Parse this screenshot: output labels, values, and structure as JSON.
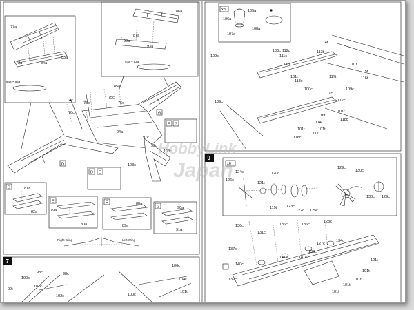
{
  "watermark": {
    "line1": "HobbyLink",
    "line2": "Japan"
  },
  "steps": {
    "s7": "7",
    "s9": "9"
  },
  "qty": {
    "x8": "x8",
    "x6": "x6"
  },
  "wing_labels": {
    "right": "Right Wing",
    "left": "Left Wing"
  },
  "sub_letters": {
    "D": "D",
    "E": "E",
    "F": "F",
    "G": "G"
  },
  "parts": {
    "p77a": "77a",
    "p78a": "78a",
    "p84a": "84a",
    "p83a": "83a",
    "p8483": "84a ~ 83a",
    "p86a": "86a",
    "p87a": "87a",
    "p92a": "92a",
    "p93a": "93a",
    "p9392": "93a ~ 92a",
    "p85a": "85a",
    "p74c": "74c",
    "p75c": "75c",
    "p76c": "76c",
    "p94a": "94a",
    "p97c": "97c",
    "p95c": "95c",
    "p103c": "103c",
    "p81a": "81a",
    "p82a": "82a",
    "p79a": "79a",
    "p80a": "80a",
    "p88a": "88a",
    "p89a": "89a",
    "p90a": "90a",
    "p91a": "91a",
    "p105a": "105a",
    "p106a": "106a",
    "p107a": "107a",
    "p108a": "108a",
    "p109c": "109c",
    "p100c": "100c",
    "p112c": "112c",
    "p111c": "111c",
    "p114t": "114t",
    "p113t": "113t",
    "p115t": "115t",
    "p116t": "116t",
    "p101t": "101t",
    "p118c": "118c",
    "p117t": "117t",
    "p110t": "110t",
    "p99t": "99t",
    "p120c": "120c",
    "p121t": "121t",
    "p124c": "124c",
    "p126c": "126c",
    "p119t": "119t",
    "p123c": "123c",
    "p122c": "122c",
    "p125c": "125c",
    "p129c": "129c",
    "p130c": "130c",
    "p136c": "136c",
    "p137c": "137c",
    "p131c": "131c",
    "p128c": "128c",
    "p127c": "127c",
    "p141c": "141c",
    "p140c": "140c",
    "p139c": "139c",
    "p138c": "138c",
    "p134c": "134c",
    "p98c": "98c",
    "p102c": "102c",
    "p104c": "104c"
  }
}
